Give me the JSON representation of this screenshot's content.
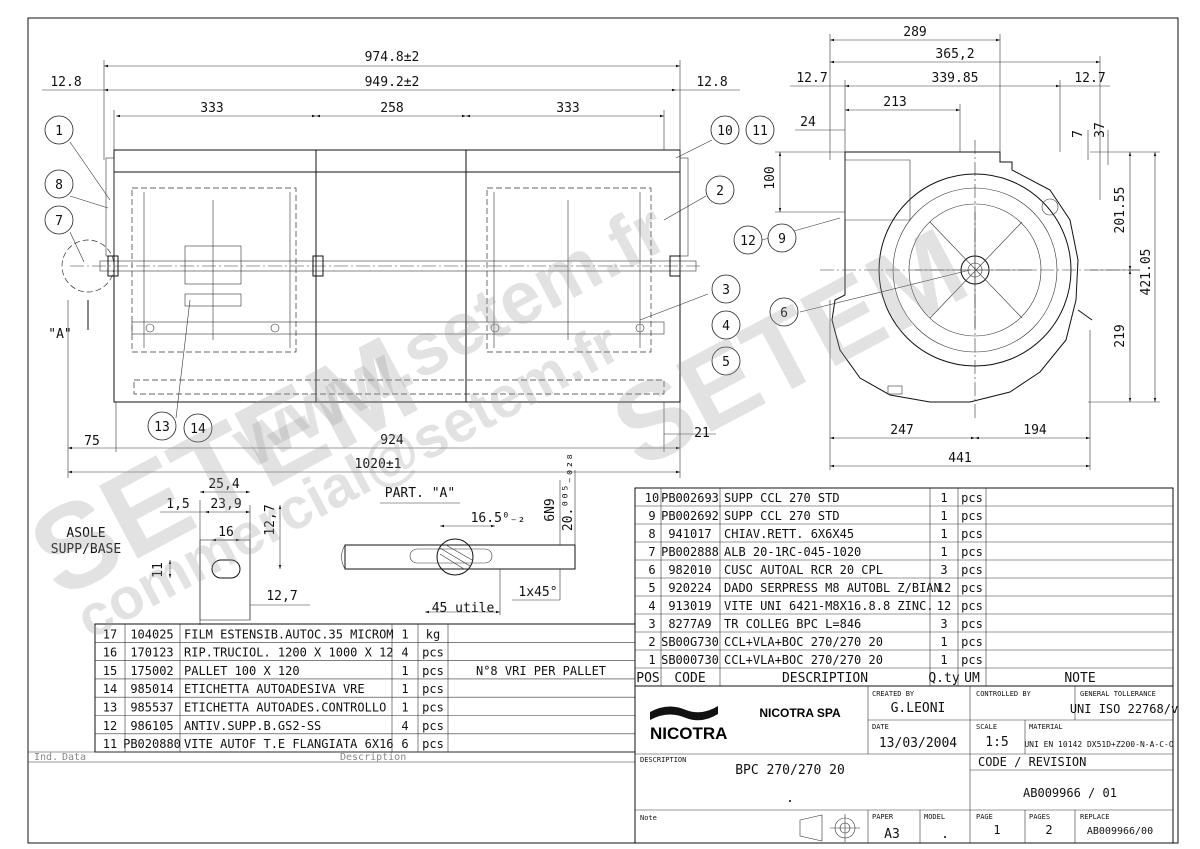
{
  "dimensions": {
    "d974": "974.8±2",
    "d949": "949.2±2",
    "d128l": "12.8",
    "d128r": "12.8",
    "d333a": "333",
    "d258": "258",
    "d333b": "333",
    "d75": "75",
    "d924": "924",
    "d21": "21",
    "d1020": "1020±1",
    "d289": "289",
    "d3652": "365,2",
    "d127l": "12.7",
    "d33985": "339.85",
    "d127r": "12.7",
    "d213": "213",
    "d24": "24",
    "d7": "7",
    "d37": "37",
    "d100": "100",
    "d20155": "201.55",
    "d42105": "421.05",
    "d219": "219",
    "d247": "247",
    "d194": "194",
    "d441": "441",
    "d254": "25,4",
    "d15": "1,5",
    "d239": "23,9",
    "d16": "16",
    "d11": "11",
    "d127a": "12,7",
    "d127b": "12,7",
    "d165": "16.5⁰₋₂",
    "d6n9": "6N9",
    "d20": "20.⁰⁰⁵₋₀₂₈",
    "d1x45": "1x45°",
    "d45": "45 utile"
  },
  "labels": {
    "view_a": "\"A\"",
    "part_a": "PART. \"A\"",
    "asole_1": "ASOLE",
    "asole_2": "SUPP/BASE"
  },
  "balloons": [
    "1",
    "8",
    "7",
    "10",
    "11",
    "2",
    "12",
    "9",
    "3",
    "4",
    "5",
    "6",
    "13",
    "14"
  ],
  "bom_upper": {
    "rows": [
      {
        "pos": "10",
        "code": "PB002693",
        "desc": "SUPP CCL 270 STD",
        "qty": "1",
        "um": "pcs",
        "note": ""
      },
      {
        "pos": "9",
        "code": "PB002692",
        "desc": "SUPP CCL 270 STD",
        "qty": "1",
        "um": "pcs",
        "note": ""
      },
      {
        "pos": "8",
        "code": "941017",
        "desc": "CHIAV.RETT. 6X6X45",
        "qty": "1",
        "um": "pcs",
        "note": ""
      },
      {
        "pos": "7",
        "code": "PB002888",
        "desc": "ALB 20-1RC-045-1020",
        "qty": "1",
        "um": "pcs",
        "note": ""
      },
      {
        "pos": "6",
        "code": "982010",
        "desc": "CUSC AUTOAL RCR 20 CPL",
        "qty": "3",
        "um": "pcs",
        "note": ""
      },
      {
        "pos": "5",
        "code": "920224",
        "desc": "DADO SERPRESS M8 AUTOBL Z/BIAN",
        "qty": "12",
        "um": "pcs",
        "note": ""
      },
      {
        "pos": "4",
        "code": "913019",
        "desc": "VITE UNI 6421-M8X16.8.8 ZINC.",
        "qty": "12",
        "um": "pcs",
        "note": ""
      },
      {
        "pos": "3",
        "code": "8277A9",
        "desc": "TR COLLEG BPC L=846",
        "qty": "3",
        "um": "pcs",
        "note": ""
      },
      {
        "pos": "2",
        "code": "SB00G730",
        "desc": "CCL+VLA+BOC 270/270 20",
        "qty": "1",
        "um": "pcs",
        "note": ""
      },
      {
        "pos": "1",
        "code": "SB000730",
        "desc": "CCL+VLA+BOC 270/270 20",
        "qty": "1",
        "um": "pcs",
        "note": ""
      }
    ],
    "headers": {
      "pos": "POS",
      "code": "CODE",
      "desc": "DESCRIPTION",
      "qty": "Q.ty",
      "um": "UM",
      "note": "NOTE"
    }
  },
  "bom_lower": {
    "rows": [
      {
        "pos": "17",
        "code": "104025",
        "desc": "FILM ESTENSIB.AUTOC.35 MICROM",
        "qty": "1",
        "um": "kg",
        "note": ""
      },
      {
        "pos": "16",
        "code": "170123",
        "desc": "RIP.TRUCIOL. 1200 X 1000 X 12",
        "qty": "4",
        "um": "pcs",
        "note": ""
      },
      {
        "pos": "15",
        "code": "175002",
        "desc": "PALLET 100 X 120",
        "qty": "1",
        "um": "pcs",
        "note": "N°8 VRI PER PALLET"
      },
      {
        "pos": "14",
        "code": "985014",
        "desc": "ETICHETTA AUTOADESIVA VRE",
        "qty": "1",
        "um": "pcs",
        "note": ""
      },
      {
        "pos": "13",
        "code": "985537",
        "desc": "ETICHETTA AUTOADES.CONTROLLO",
        "qty": "1",
        "um": "pcs",
        "note": ""
      },
      {
        "pos": "12",
        "code": "986105",
        "desc": "ANTIV.SUPP.B.GS2-SS",
        "qty": "4",
        "um": "pcs",
        "note": ""
      },
      {
        "pos": "11",
        "code": "PB020880",
        "desc": "VITE AUTOF T.E FLANGIATA 6X16",
        "qty": "6",
        "um": "pcs",
        "note": ""
      }
    ],
    "footer_ind": "Ind.",
    "footer_date": "Data",
    "footer_desc": "Description"
  },
  "title_block": {
    "company": "NICOTRA SPA",
    "logo": "NICOTRA",
    "created_by_lbl": "CREATED BY",
    "created_by": "G.LEONI",
    "controlled_by_lbl": "CONTROLLED BY",
    "controlled_by": "",
    "tolerance_lbl": "GENERAL TOLLERANCE",
    "tolerance": "UNI ISO 22768/v",
    "date_lbl": "DATE",
    "date": "13/03/2004",
    "scale_lbl": "SCALE",
    "scale": "1:5",
    "material_lbl": "MATERIAL",
    "material": "UNI EN 10142 DX51D+Z200-N-A-C-O",
    "description_lbl": "DESCRIPTION",
    "description": "BPC 270/270  20",
    "description2": ".",
    "code_rev_lbl": "CODE / REVISION",
    "code_rev": "AB009966 / 01",
    "note_lbl": "Note",
    "paper_lbl": "PAPER",
    "paper": "A3",
    "model_lbl": "MODEL",
    "model": ".",
    "page_lbl": "PAGE",
    "page": "1",
    "pages_lbl": "PAGES",
    "pages": "2",
    "replace_lbl": "REPLACE",
    "replace": "AB009966/00"
  },
  "watermark": {
    "big1": "SETEM",
    "big2": "SETEM",
    "url": "www.setem.fr",
    "mail": "commercial@setem.fr"
  }
}
